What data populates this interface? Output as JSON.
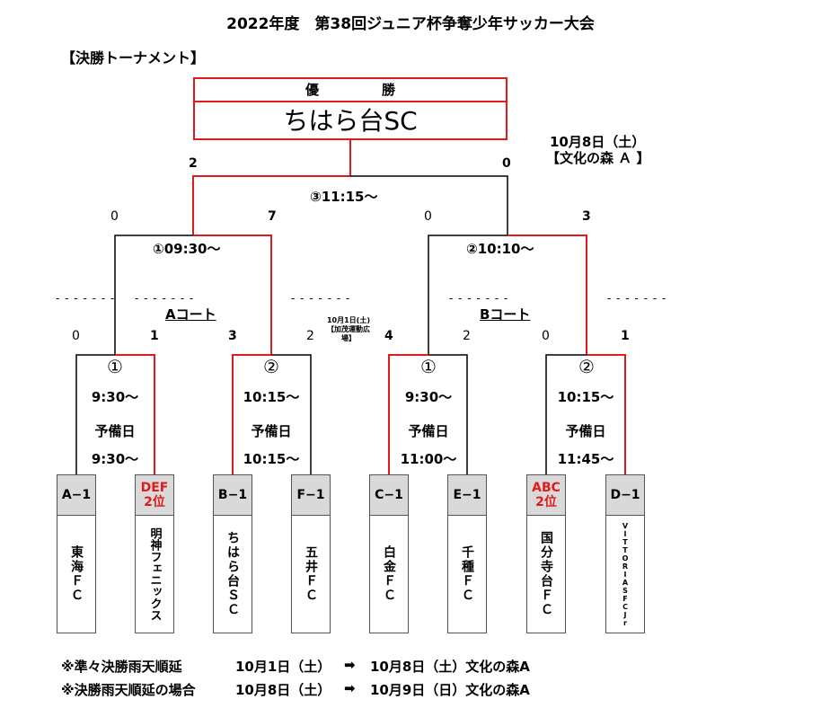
{
  "title": "2022年度　第38回ジュニア杯争奪少年サッカー大会",
  "subtitle": "【決勝トーナメント】",
  "winner_box": {
    "label_left": "優",
    "label_right": "勝",
    "champion": "ちはら台SC"
  },
  "final_schedule": {
    "date": "10月8日（土）",
    "venue": "【文化の森 Ａ 】"
  },
  "final": {
    "score_left": "2",
    "score_right": "0",
    "label": "③11:15～"
  },
  "semis": [
    {
      "score_left": "0",
      "score_right": "7",
      "label": "①09:30～"
    },
    {
      "score_left": "0",
      "score_right": "3",
      "label": "②10:10～"
    }
  ],
  "courts": {
    "a": "Aコート",
    "b": "Bコート",
    "dashes": "- - - - - - -"
  },
  "venue_note": "10月1日(土)【加茂運動広場】",
  "qf": [
    {
      "num": "①",
      "score_left": "0",
      "score_right": "1",
      "time1": "9:30～",
      "reserve": "予備日",
      "time2": "9:30～"
    },
    {
      "num": "②",
      "score_left": "3",
      "score_right": "2",
      "time1": "10:15～",
      "reserve": "予備日",
      "time2": "10:15～"
    },
    {
      "num": "①",
      "score_left": "4",
      "score_right": "2",
      "time1": "9:30～",
      "reserve": "予備日",
      "time2": "11:00～"
    },
    {
      "num": "②",
      "score_left": "0",
      "score_right": "1",
      "time1": "10:15～",
      "reserve": "予備日",
      "time2": "11:45～"
    }
  ],
  "teams": [
    {
      "label": "A−1",
      "label2": "",
      "name": "東海ＦＣ",
      "red": false
    },
    {
      "label": "DEF",
      "label2": "2位",
      "name": "明神フェニックス",
      "red": true
    },
    {
      "label": "B−1",
      "label2": "",
      "name": "ちはら台ＳＣ",
      "red": false
    },
    {
      "label": "F−1",
      "label2": "",
      "name": "五井ＦＣ",
      "red": false
    },
    {
      "label": "C−1",
      "label2": "",
      "name": "白金ＦＣ",
      "red": false
    },
    {
      "label": "E−1",
      "label2": "",
      "name": "千種ＦＣ",
      "red": false
    },
    {
      "label": "ABC",
      "label2": "2位",
      "name": "国分寺台ＦＣ",
      "red": true
    },
    {
      "label": "D−1",
      "label2": "",
      "name": "VITTORIASFCJr",
      "red": false
    }
  ],
  "notes": [
    {
      "label": "※準々決勝雨天順延",
      "from": "10月1日（土）",
      "arrow": "➡",
      "to": "10月8日（土）文化の森A"
    },
    {
      "label": "※決勝雨天順延の場合",
      "from": "10月8日（土）",
      "arrow": "➡",
      "to": "10月9日（日）文化の森A"
    }
  ],
  "colors": {
    "winner_line": "#e01b1b",
    "normal_line": "#000000",
    "label_bg": "#d9d9d9"
  }
}
